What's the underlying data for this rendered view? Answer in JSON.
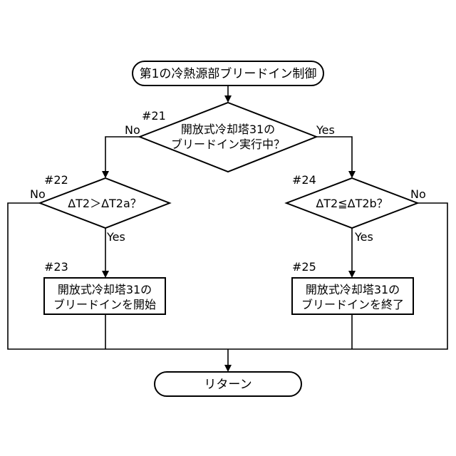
{
  "flowchart": {
    "start": {
      "label": "第1の冷熱源部ブリードイン制御"
    },
    "end": {
      "label": "リターン"
    },
    "decision_21": {
      "step": "#21",
      "line1": "開放式冷却塔31の",
      "line2": "ブリードイン実行中？",
      "no_label": "No",
      "yes_label": "Yes"
    },
    "decision_22": {
      "step": "#22",
      "label": "ΔT2＞ΔT2a？",
      "no_label": "No",
      "yes_label": "Yes"
    },
    "decision_24": {
      "step": "#24",
      "label": "ΔT2≦ΔT2b？",
      "no_label": "No",
      "yes_label": "Yes"
    },
    "process_23": {
      "step": "#23",
      "line1": "開放式冷却塔31の",
      "line2": "ブリードインを開始"
    },
    "process_25": {
      "step": "#25",
      "line1": "開放式冷却塔31の",
      "line2": "ブリードインを終了"
    }
  }
}
